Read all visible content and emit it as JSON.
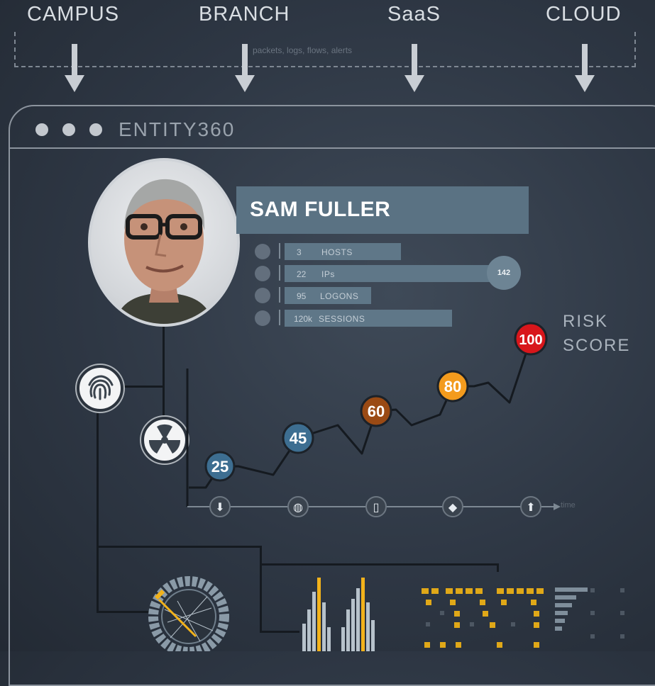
{
  "sources": [
    {
      "label": "CAMPUS"
    },
    {
      "label": "BRANCH"
    },
    {
      "label": "SaaS"
    },
    {
      "label": "CLOUD"
    }
  ],
  "sources_caption": "packets, logs, flows, alerts",
  "window": {
    "title": "ENTITY360"
  },
  "profile": {
    "name": "SAM FULLER"
  },
  "stats": [
    {
      "value": "3",
      "label": "HOSTS"
    },
    {
      "value": "22",
      "label": "IPs"
    },
    {
      "value": "95",
      "label": "LOGONS"
    },
    {
      "value": "120k",
      "label": "SESSIONS"
    }
  ],
  "ip_badge": "142",
  "risk": {
    "label_line1": "RISK",
    "label_line2": "SCORE",
    "points": [
      {
        "value": "25",
        "color": "#3d6e91"
      },
      {
        "value": "45",
        "color": "#3d6e91"
      },
      {
        "value": "60",
        "color": "#9a4a14"
      },
      {
        "value": "80",
        "color": "#f39b1d"
      },
      {
        "value": "100",
        "color": "#d8161b"
      }
    ]
  },
  "timeline": {
    "icons": [
      "download-icon",
      "globe-icon",
      "usb-icon",
      "package-icon",
      "upload-icon"
    ],
    "caption": "time"
  },
  "colors": {
    "accent": "#f2b21b",
    "banner": "#5a7283"
  }
}
